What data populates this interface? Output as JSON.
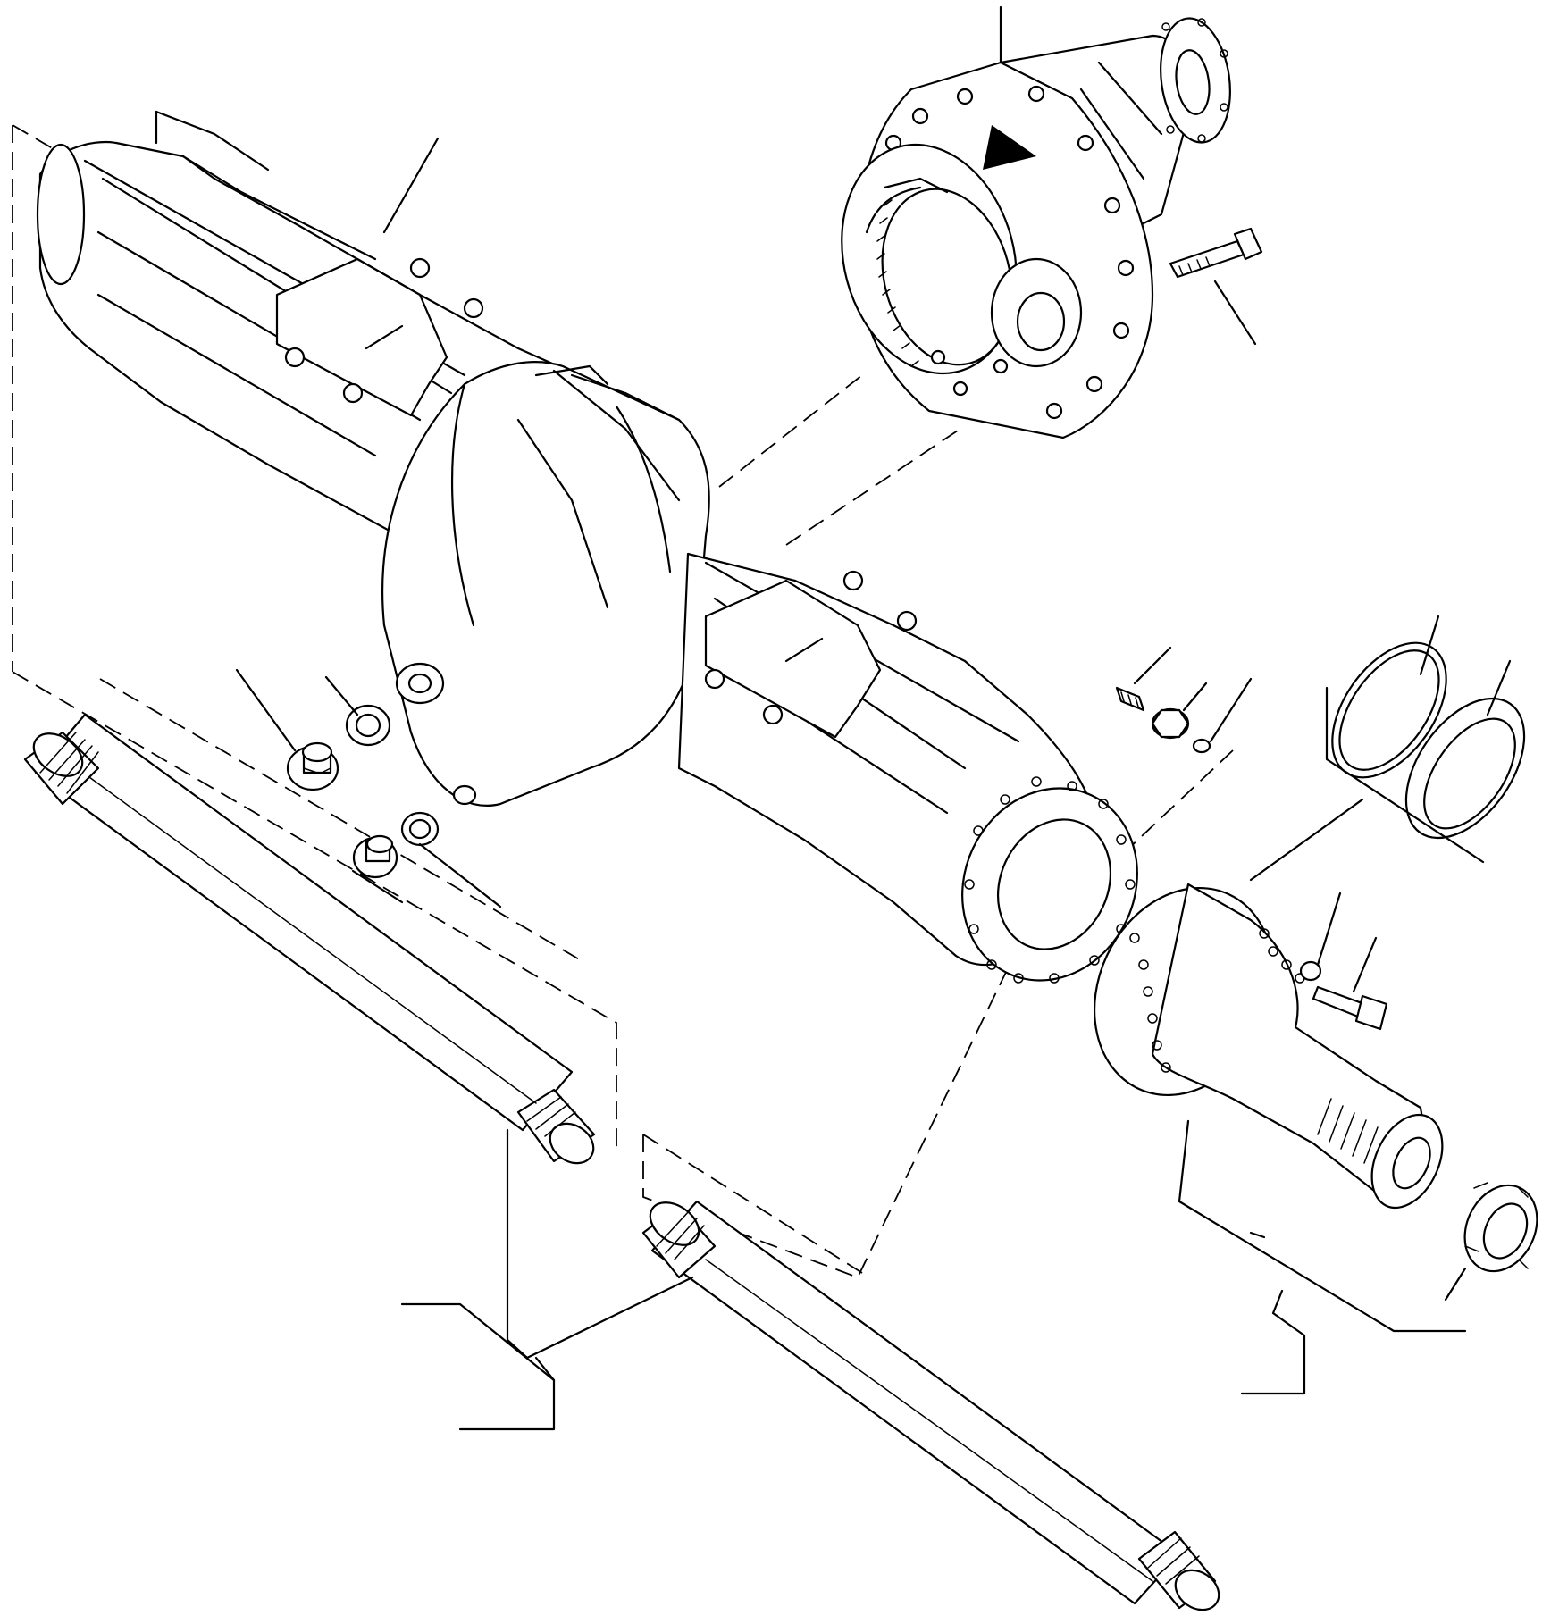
{
  "image": {
    "background": "#ffffff",
    "ink": "#000000",
    "labels": []
  },
  "parts": [
    {
      "id": "axle-housing"
    },
    {
      "id": "differential-assembly"
    },
    {
      "id": "differential-bolt"
    },
    {
      "id": "drain-plug-upper"
    },
    {
      "id": "sealing-washer-upper"
    },
    {
      "id": "drain-plug-lower"
    },
    {
      "id": "sealing-washer-lower"
    },
    {
      "id": "axle-shaft-left"
    },
    {
      "id": "axle-shaft-right"
    },
    {
      "id": "breather-vent"
    },
    {
      "id": "breather-nut"
    },
    {
      "id": "o-ring-small"
    },
    {
      "id": "o-ring-large"
    },
    {
      "id": "seal-ring"
    },
    {
      "id": "wheel-spindle"
    },
    {
      "id": "spindle-washer"
    },
    {
      "id": "spindle-bolt"
    },
    {
      "id": "spindle-nut"
    }
  ]
}
